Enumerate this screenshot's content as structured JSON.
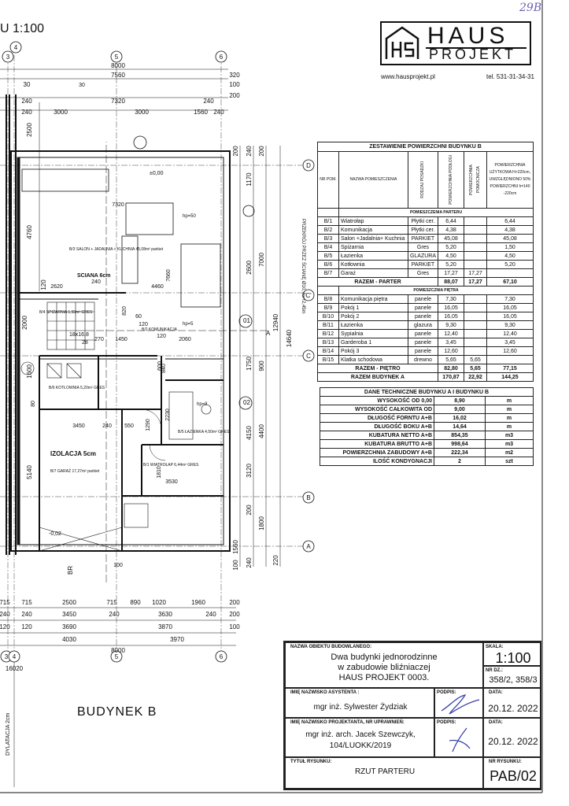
{
  "header": {
    "scale_partial": "U 1:100",
    "corner_note": "29B",
    "logo_top": "HAUS",
    "logo_bottom": "PROJEKT",
    "website": "www.hausprojekt.pl",
    "phone": "tel. 531-31-34-31"
  },
  "plan": {
    "axis_labels": [
      "3",
      "4",
      "5",
      "6",
      "D",
      "C'",
      "C",
      "B",
      "A",
      "3",
      "4",
      "5",
      "6"
    ],
    "top_dims": [
      "8000",
      "7560",
      "30",
      "240",
      "7320",
      "240",
      "240",
      "3000",
      "3000",
      "1560",
      "240",
      "320",
      "100",
      "200",
      "2500",
      "120"
    ],
    "bottom_dims": [
      "715",
      "715",
      "2500",
      "715",
      "890",
      "1020",
      "1960",
      "200",
      "240",
      "240",
      "3450",
      "240",
      "3630",
      "240",
      "200",
      "120",
      "120",
      "3690",
      "3870",
      "100",
      "4030",
      "3970",
      "8000",
      "16020"
    ],
    "right_dims": [
      "200",
      "240",
      "1170",
      "200",
      "2600",
      "7000",
      "12940",
      "14640",
      "1750",
      "900",
      "4150",
      "4400",
      "3120",
      "200",
      "1800",
      "1560",
      "100",
      "240",
      "220"
    ],
    "left_dims": [
      "2500",
      "4760",
      "120",
      "2000",
      "1600",
      "5140"
    ],
    "room_labels": [
      "B/3 SALON + JADALNIA + KUCHNIA 45,08m² parkiet",
      "B/6 KOTŁOWNIA 5,20m² GRES",
      "B/5 ŁAZIENKA 4,50m² GRES",
      "B/1 WIATROŁAP 6,44m² GRES",
      "B/7 GARAŻ 17,27m² parkiet",
      "B/2 KOMUNIKACJA",
      "B/4 SPIŻARNIA 1,50m² GRES"
    ],
    "notes": [
      "SCIANA 6cm",
      "IZOLACJA 5cm",
      "18x16,8",
      "28",
      "hp=50",
      "hp=5",
      "hp=8",
      "±0,00",
      "-0,02",
      "PRZEKRÓJ PRZEZ ŚCIANĘ Ø10, h≥+2,45m",
      "01",
      "02",
      "BR",
      "A",
      "DYLATACJA 2cm"
    ],
    "misc_dims": [
      "2620",
      "4460",
      "240",
      "7320",
      "7660",
      "820",
      "60",
      "120",
      "270",
      "1450",
      "120",
      "2060",
      "3450",
      "240",
      "550",
      "1290",
      "2230",
      "3530",
      "1810",
      "840",
      "100",
      "600",
      "30",
      "80"
    ]
  },
  "area_table": {
    "title": "ZESTAWIENIE POWIERZCHNI BUDYNKU  B",
    "columns": [
      "NR POM.",
      "NAZWA POMIESZCZENIA",
      "RODZAJ POSADZKI",
      "POWIERZCHNIA PODŁOGI",
      "POWIERZCHNIA POMOCNICZA",
      "POWIERZCHNIA UŻYTKOWA H>220cm, UWZGLĘDNIONO 50% POWIERZCHNI h=140 -220cm"
    ],
    "section_ground": "POMIESZCZENIA PARTERU",
    "ground_rows": [
      [
        "B/1",
        "Wiatrołap",
        "Płytki cer.",
        "6,44",
        "",
        "6,44"
      ],
      [
        "B/2",
        "Komunikacja",
        "Płytki cer.",
        "4,38",
        "",
        "4,38"
      ],
      [
        "B/3",
        "Salon +Jadalnia+ Kuchnia",
        "PARKIET",
        "45,08",
        "",
        "45,08"
      ],
      [
        "B/4",
        "Spiżarnia",
        "Gres",
        "5,20",
        "",
        "1,50"
      ],
      [
        "B/5",
        "Łazienka",
        "GLAZURA",
        "4,50",
        "",
        "4,50"
      ],
      [
        "B/6",
        "Kotłownia",
        "PARKIET",
        "5,20",
        "",
        "5,20"
      ],
      [
        "B/7",
        "Garaż",
        "Gres",
        "17,27",
        "17,27",
        ""
      ]
    ],
    "ground_total": [
      "RAZEM - PARTER",
      "88,07",
      "17,27",
      "67,10"
    ],
    "section_floor": "POMIESZCZNIA PIĘTRA",
    "floor_rows": [
      [
        "B/8",
        "Komunikacja piętra",
        "panele",
        "7,30",
        "",
        "7,30"
      ],
      [
        "B/9",
        "Pokój 1",
        "panele",
        "16,05",
        "",
        "16,05"
      ],
      [
        "B/10",
        "Pokój 2",
        "panele",
        "16,05",
        "",
        "16,05"
      ],
      [
        "B/11",
        "Łazienka",
        "glazura",
        "9,30",
        "",
        "9,30"
      ],
      [
        "B/12",
        "Sypialnia",
        "panele",
        "12,40",
        "",
        "12,40"
      ],
      [
        "B/13",
        "Garderoba 1",
        "panele",
        "3,45",
        "",
        "3,45"
      ],
      [
        "B/14",
        "Pokój 3",
        "panele",
        "12,60",
        "",
        "12,60"
      ],
      [
        "B/15",
        "Klatka schodowa",
        "drewno",
        "5,65",
        "5,65",
        ""
      ]
    ],
    "floor_total": [
      "RAZEM - PIĘTRO",
      "82,80",
      "5,65",
      "77,15"
    ],
    "building_total": [
      "RAZEM BUDYNEK A",
      "170,87",
      "22,92",
      "144,25"
    ]
  },
  "tech_table": {
    "title": "DANE TECHNICZNE BUDYNKU A I BUDYNKU B",
    "rows": [
      [
        "WYSOKOŚĆ OD 0,00",
        "8,90",
        "m"
      ],
      [
        "WYSOKOŚĆ CAŁKOWITA OD",
        "9,00",
        "m"
      ],
      [
        "DŁUGOŚĆ FORNTU A+B",
        "16,02",
        "m"
      ],
      [
        "DŁUGOŚĆ BOKU A+B",
        "14,64",
        "m"
      ],
      [
        "KUBATURA NETTO A+B",
        "854,35",
        "m3"
      ],
      [
        "KUBATURA BRUTTO A+B",
        "998,64",
        "m3"
      ],
      [
        "POWIERZCHNIA ZABUDOWY A+B",
        "222,34",
        "m2"
      ],
      [
        "ILOŚĆ KONDYGNACJI",
        "2",
        "szt"
      ]
    ]
  },
  "title_block": {
    "object_label": "NAZWA OBIEKTU BUDOWLANEGO:",
    "object_line1": "Dwa budynki jednorodzinne",
    "object_line2": "w zabudowie bliźniaczej",
    "object_line3": "HAUS PROJEKT 0003.",
    "scale_label": "SKALA:",
    "scale_value": "1:100",
    "plot_label": "NR DZ.:",
    "plot_value": "358/2, 358/3",
    "assistant_label": "IMIĘ NAZWISKO ASYSTENTA :",
    "assistant_value": "mgr inż. Sylwester Żydziak",
    "signature_label": "PODPIS:",
    "date_label": "DATA:",
    "date_value": "20.12. 2022",
    "designer_label": "IMIĘ NAZWISKO PROJEKTANTA, NR UPRAWNIEŃ:",
    "designer_line1": "mgr inż. arch. Jacek Szewczyk,",
    "designer_line2": "104/LUOKK/2019",
    "designer_sig_label": "PODPIS:",
    "designer_date_label": "DATA:",
    "designer_date_value": "20.12. 2022",
    "drawing_label": "TYTUŁ RYSUNKU:",
    "drawing_value": "RZUT PARTERU",
    "sheet_label": "NR RYSUNKU:",
    "sheet_value": "PAB/02"
  },
  "budynek_label": "BUDYNEK B"
}
